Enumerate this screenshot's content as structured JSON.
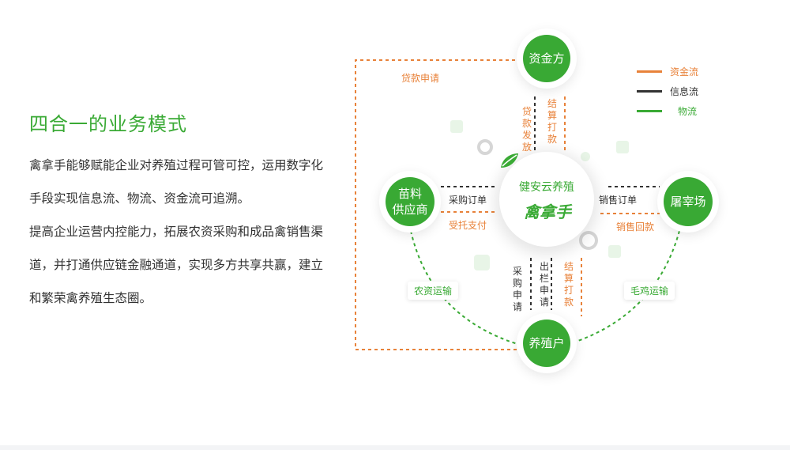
{
  "left": {
    "title": "四合一的业务模式",
    "paragraph1": "禽拿手能够赋能企业对养殖过程可管可控，运用数字化手段实现信息流、物流、资金流可追溯。",
    "paragraph2": "提高企业运营内控能力，拓展农资采购和成品禽销售渠道，并打通供应链金融通道，实现多方共享共赢，建立和繁荣禽养殖生态圈。"
  },
  "diagram": {
    "hub": {
      "title": "健安云养殖",
      "brand": "禽拿手"
    },
    "nodes": {
      "funder": "资金方",
      "supplier_line1": "苗料",
      "supplier_line2": "供应商",
      "slaughterhouse": "屠宰场",
      "farmer": "养殖户"
    },
    "labels": {
      "loan_apply": "贷款申请",
      "loan_release": "贷款发放",
      "settle_pay_top": "结算打款",
      "purchase_order": "采购订单",
      "entrusted_pay": "受托支付",
      "sales_order": "销售订单",
      "sales_payback": "销售回款",
      "purchase_apply": "采购申请",
      "outbound_apply": "出栏申请",
      "settle_pay_bottom": "结算打款",
      "agri_transport": "农资运输",
      "chicken_transport": "毛鸡运输"
    },
    "legend": [
      {
        "label": "资金流",
        "color": "#e8823a"
      },
      {
        "label": "信息流",
        "color": "#333333"
      },
      {
        "label": "物流",
        "color": "#3aaa35"
      }
    ]
  }
}
